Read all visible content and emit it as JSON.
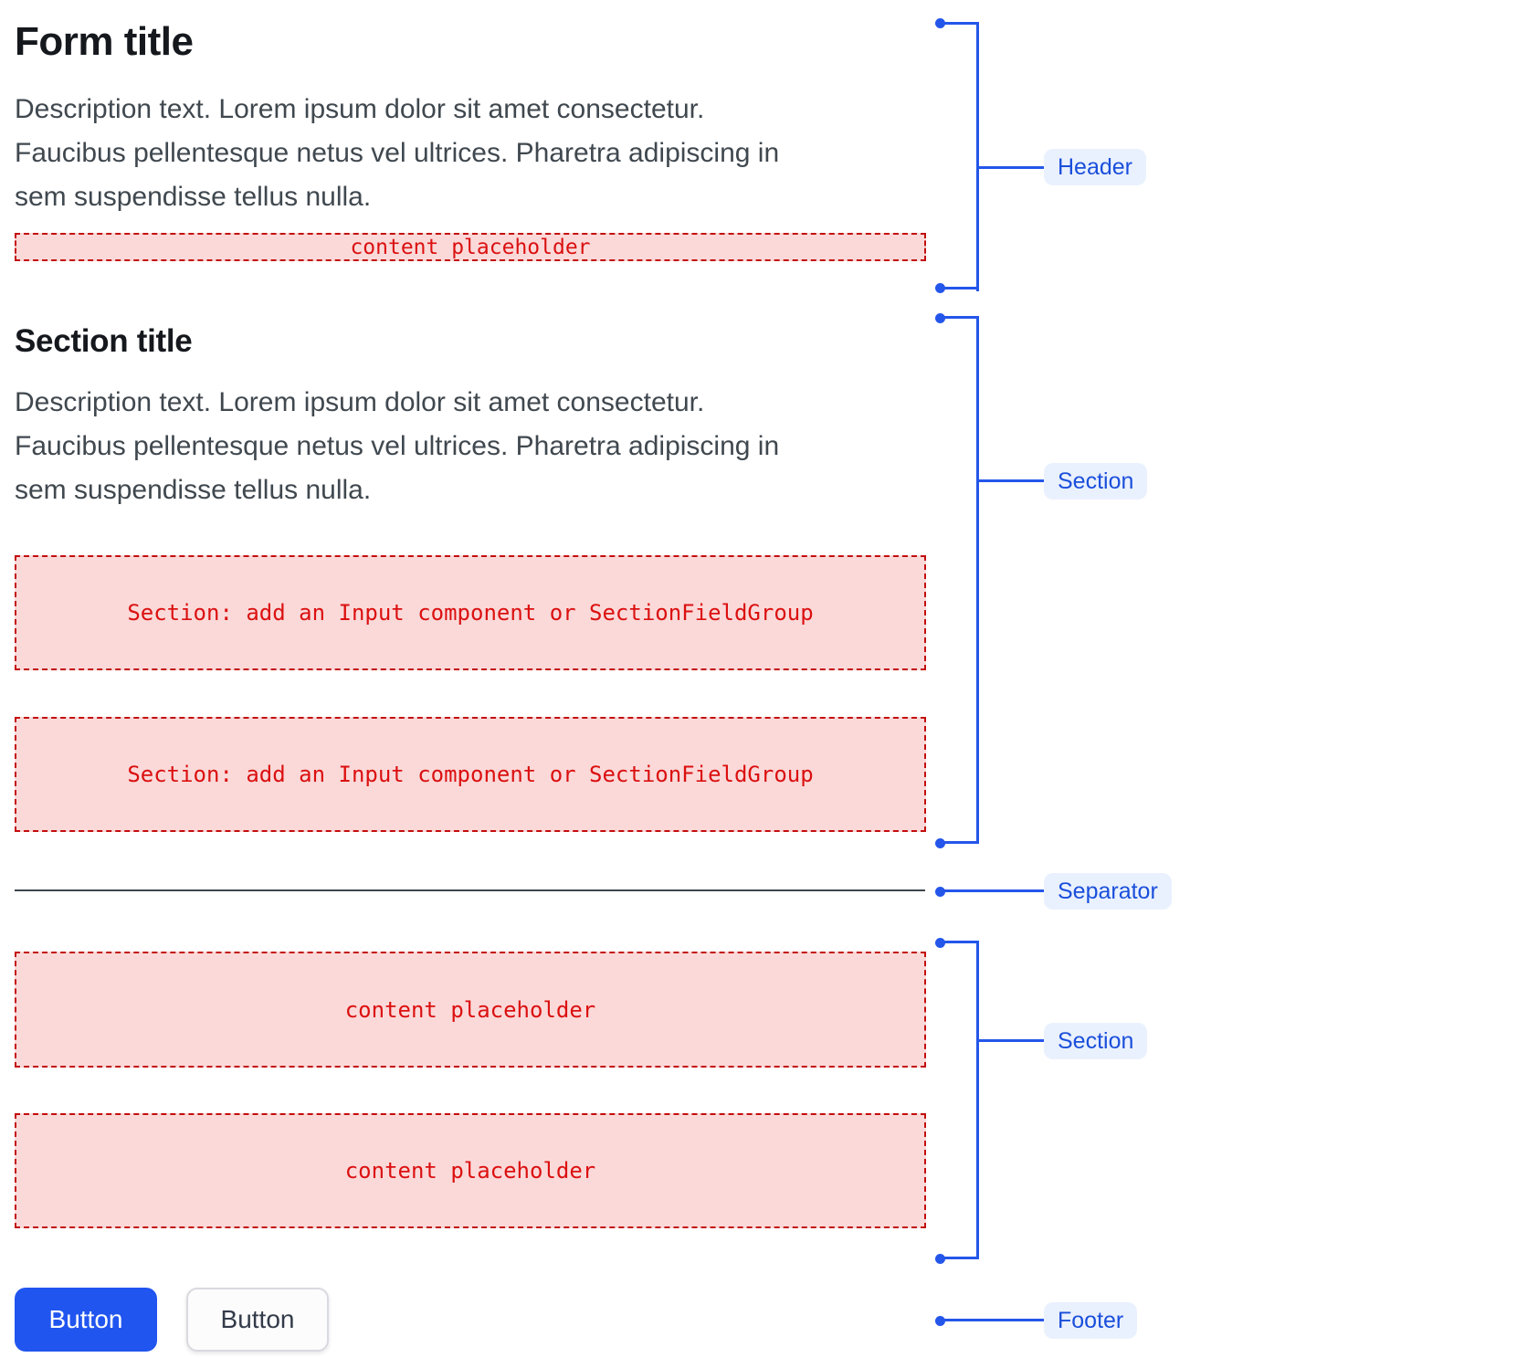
{
  "form": {
    "header": {
      "title": "Form title",
      "description": "Description text. Lorem ipsum dolor sit amet consectetur.\nFaucibus pellentesque netus vel ultrices. Pharetra adipiscing in\nsem suspendisse tellus nulla.",
      "placeholder": "content placeholder"
    },
    "section": {
      "title": "Section title",
      "description": "Description text. Lorem ipsum dolor sit amet consectetur.\nFaucibus pellentesque netus vel ultrices. Pharetra adipiscing in\nsem suspendisse tellus nulla.",
      "slots": [
        "Section: add an Input component or SectionFieldGroup",
        "Section: add an Input component or SectionFieldGroup"
      ]
    },
    "section2": {
      "slots": [
        "content placeholder",
        "content placeholder"
      ]
    },
    "footer": {
      "buttons": [
        {
          "label": "Button",
          "variant": "primary"
        },
        {
          "label": "Button",
          "variant": "secondary"
        }
      ]
    }
  },
  "annotations": [
    {
      "label": "Header"
    },
    {
      "label": "Section"
    },
    {
      "label": "Separator"
    },
    {
      "label": "Section"
    },
    {
      "label": "Footer"
    }
  ],
  "colors": {
    "accent_blue": "#2456EA",
    "label_text": "#1A4FDB",
    "label_bg": "#EAF1FE",
    "placeholder_border": "#C30D0D",
    "placeholder_bg": "#FBD9D9",
    "placeholder_text": "#DB1010",
    "separator": "#3D464E",
    "title_text": "#15181D",
    "description_text": "#40484F",
    "primary_button_bg": "#2155F0",
    "primary_button_text": "#FFFFFF",
    "secondary_button_bg": "#FCFCFD",
    "secondary_button_text": "#333B49"
  }
}
